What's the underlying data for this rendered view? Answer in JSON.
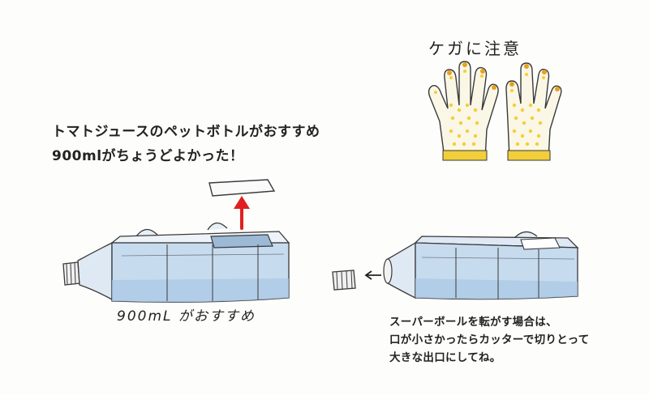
{
  "intro": {
    "line1": "トマトジュースのペットボトルがおすすめ",
    "line2": "900mlがちょうどよかった！"
  },
  "gloves": {
    "caption": "ケガに注意"
  },
  "bottle_left": {
    "caption": "900mL がおすすめ"
  },
  "bottle_right": {
    "note_lines": [
      "スーパーボールを転がす場合は、",
      "口が小さかったらカッターで切りとって",
      "大きな出口にしてね。"
    ]
  },
  "colors": {
    "arrow_red": "#e02020",
    "glove_yellow": "#f2cf3a",
    "bottle_blue": "#b9d3ea",
    "outline": "#3a3a3a"
  }
}
